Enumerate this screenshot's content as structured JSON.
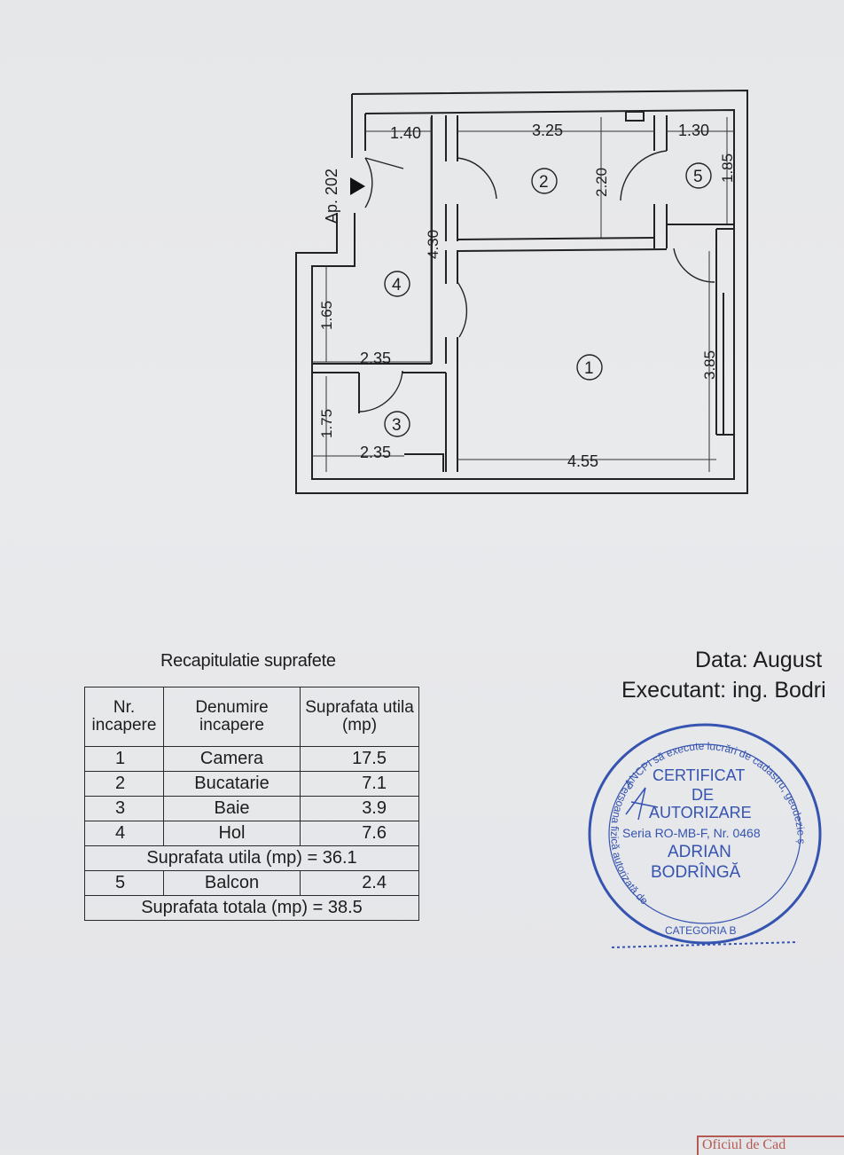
{
  "floorplan": {
    "apartment_label": "Ap. 202",
    "dimensions": {
      "top_left": "1.40",
      "top_middle": "3.25",
      "top_right": "1.30",
      "kitchen_height": "2.20",
      "balcony_height": "1.85",
      "corridor_height": "4.30",
      "hall_left_height": "1.65",
      "hall_width": "2.35",
      "bath_height": "1.75",
      "bath_width": "2.35",
      "room_width": "4.55",
      "room_height": "3.85"
    },
    "room_numbers": [
      "1",
      "2",
      "3",
      "4",
      "5"
    ]
  },
  "recap": {
    "title": "Recapitulatie suprafete",
    "headers": {
      "nr": [
        "Nr.",
        "incapere"
      ],
      "name": [
        "Denumire",
        "incapere"
      ],
      "area": [
        "Suprafata utila",
        "(mp)"
      ]
    },
    "rows": [
      {
        "nr": "1",
        "name": "Camera",
        "area": "17.5"
      },
      {
        "nr": "2",
        "name": "Bucatarie",
        "area": "7.1"
      },
      {
        "nr": "3",
        "name": "Baie",
        "area": "3.9"
      },
      {
        "nr": "4",
        "name": "Hol",
        "area": "7.6"
      }
    ],
    "useful_total": "Suprafata utila (mp) = 36.1",
    "balcony_row": {
      "nr": "5",
      "name": "Balcon",
      "area": "2.4"
    },
    "grand_total": "Suprafata totala (mp) = 38.5"
  },
  "signature": {
    "date_line": "Data: August",
    "executant_line": "Executant: ing. Bodri"
  },
  "stamp": {
    "outer_text_top": "ANCPI să execute lucrări de cadastru, geodezie și cartografie",
    "outer_text_bottom": "Persoana fizică autorizată de",
    "line1": "CERTIFICAT",
    "line2": "DE",
    "line3": "AUTORIZARE",
    "series": "Seria RO-MB-F, Nr. 0468",
    "name1": "ADRIAN",
    "name2": "BODRÎNGĂ",
    "category": "CATEGORIA B",
    "color": "#3553b0"
  },
  "corner_fragment": "Oficiul de Cad"
}
